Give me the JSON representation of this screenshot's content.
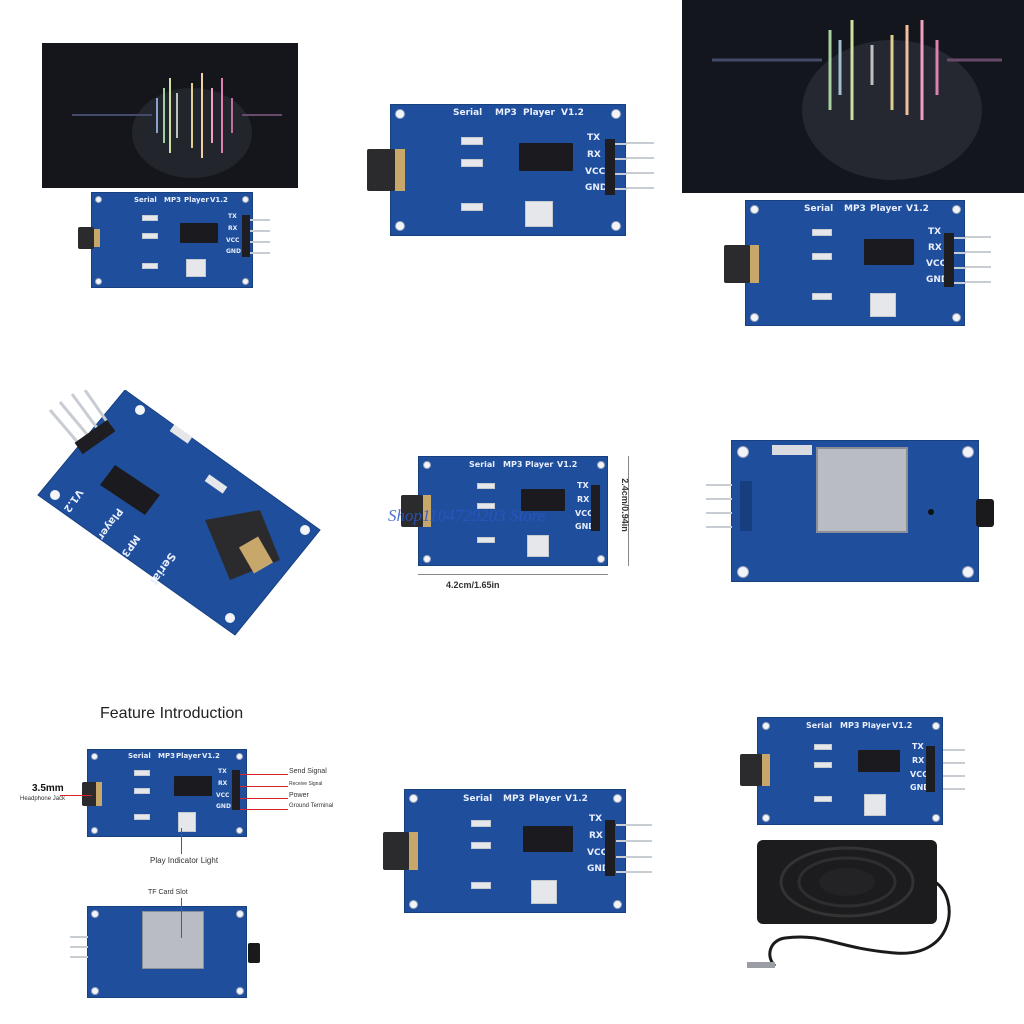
{
  "board": {
    "title": "Serial",
    "model": "MP3",
    "player": "Player",
    "version": "V1.2",
    "pins": [
      "TX",
      "RX",
      "VCC",
      "GND"
    ]
  },
  "watermark": "Shop1104729203 Store",
  "dimensions": {
    "height": "2.4cm/0.94in",
    "width": "4.2cm/1.65in"
  },
  "feature": {
    "heading": "Feature Introduction",
    "jack_size": "3.5mm",
    "jack_label": "Headphone Jack",
    "send": "Send Signal",
    "receive": "Receive Signal",
    "power": "Power",
    "ground": "Ground Terminal",
    "indicator": "Play Indicator Light",
    "tf_slot": "TF Card Slot"
  },
  "colors": {
    "pcb": "#1f4f9c",
    "annotation": "#d8232a",
    "watermark": "#2a56c6"
  }
}
